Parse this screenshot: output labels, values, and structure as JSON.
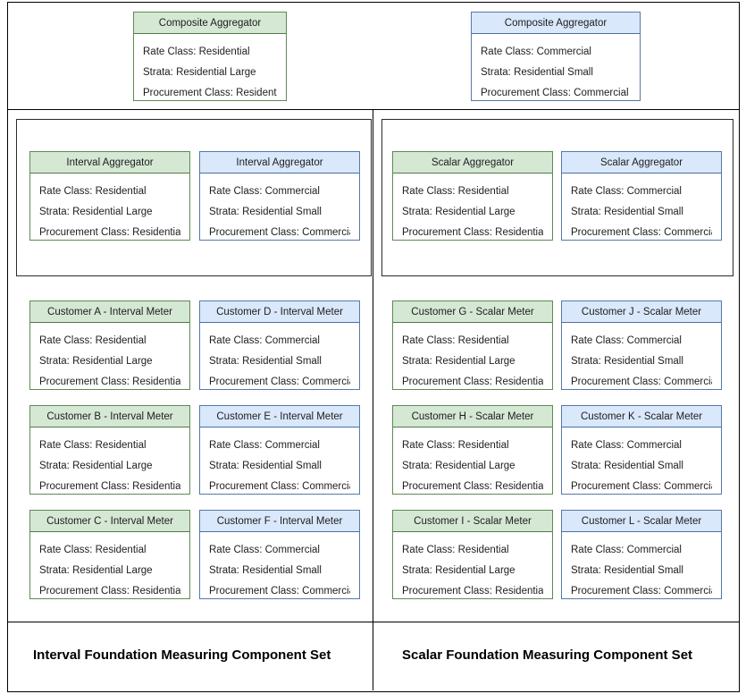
{
  "diagram": {
    "attribute_labels": {
      "rate_class": "Rate Class",
      "strata": "Strata",
      "procurement_class": "Procurement Class"
    },
    "palette": {
      "green_fill": "#d5e8d4",
      "green_stroke": "#5e8a54",
      "blue_fill": "#dae8fc",
      "blue_stroke": "#5579a8",
      "box_stroke": "#3a3a3a",
      "frame_stroke": "#000000",
      "text": "#1d1d1d",
      "background": "#ffffff"
    },
    "composite_row": [
      {
        "title": "Composite Aggregator",
        "color": "green",
        "attrs": [
          "Rate Class: Residential",
          "Strata: Residential Large",
          "Procurement Class: Residential"
        ]
      },
      {
        "title": "Composite Aggregator",
        "color": "blue",
        "attrs": [
          "Rate Class: Commercial",
          "Strata: Residential Small",
          "Procurement Class: Commercial"
        ]
      }
    ],
    "left_panel": {
      "set_label": "Interval Foundation Measuring Component Set",
      "aggregators": [
        {
          "title": "Interval Aggregator",
          "color": "green",
          "attrs": [
            "Rate Class: Residential",
            "Strata: Residential Large",
            "Procurement Class: Residential"
          ]
        },
        {
          "title": "Interval Aggregator",
          "color": "blue",
          "attrs": [
            "Rate Class: Commercial",
            "Strata: Residential Small",
            "Procurement Class: Commercial"
          ]
        }
      ],
      "meters": [
        {
          "title": "Customer A - Interval Meter",
          "color": "green",
          "attrs": [
            "Rate Class: Residential",
            "Strata: Residential Large",
            "Procurement Class: Residential"
          ]
        },
        {
          "title": "Customer D - Interval Meter",
          "color": "blue",
          "attrs": [
            "Rate Class: Commercial",
            "Strata: Residential Small",
            "Procurement Class: Commercial"
          ]
        },
        {
          "title": "Customer B - Interval Meter",
          "color": "green",
          "attrs": [
            "Rate Class: Residential",
            "Strata: Residential Large",
            "Procurement Class: Residential"
          ]
        },
        {
          "title": "Customer E - Interval Meter",
          "color": "blue",
          "attrs": [
            "Rate Class: Commercial",
            "Strata: Residential Small",
            "Procurement Class: Commercial"
          ]
        },
        {
          "title": "Customer C - Interval Meter",
          "color": "green",
          "attrs": [
            "Rate Class: Residential",
            "Strata: Residential Large",
            "Procurement Class: Residential"
          ]
        },
        {
          "title": "Customer F - Interval Meter",
          "color": "blue",
          "attrs": [
            "Rate Class: Commercial",
            "Strata: Residential Small",
            "Procurement Class: Commercial"
          ]
        }
      ]
    },
    "right_panel": {
      "set_label": "Scalar Foundation Measuring Component Set",
      "aggregators": [
        {
          "title": "Scalar Aggregator",
          "color": "green",
          "attrs": [
            "Rate Class: Residential",
            "Strata: Residential Large",
            "Procurement Class: Residential"
          ]
        },
        {
          "title": "Scalar Aggregator",
          "color": "blue",
          "attrs": [
            "Rate Class: Commercial",
            "Strata: Residential Small",
            "Procurement Class: Commercial"
          ]
        }
      ],
      "meters": [
        {
          "title": "Customer G - Scalar Meter",
          "color": "green",
          "attrs": [
            "Rate Class: Residential",
            "Strata: Residential Large",
            "Procurement Class: Residential"
          ]
        },
        {
          "title": "Customer J - Scalar Meter",
          "color": "blue",
          "attrs": [
            "Rate Class: Commercial",
            "Strata: Residential Small",
            "Procurement Class: Commercial"
          ]
        },
        {
          "title": "Customer H - Scalar Meter",
          "color": "green",
          "attrs": [
            "Rate Class: Residential",
            "Strata: Residential Large",
            "Procurement Class: Residential"
          ]
        },
        {
          "title": "Customer K - Scalar Meter",
          "color": "blue",
          "attrs": [
            "Rate Class: Commercial",
            "Strata: Residential Small",
            "Procurement Class: Commercial"
          ]
        },
        {
          "title": "Customer I - Scalar Meter",
          "color": "green",
          "attrs": [
            "Rate Class: Residential",
            "Strata: Residential Large",
            "Procurement Class: Residential"
          ]
        },
        {
          "title": "Customer L - Scalar Meter",
          "color": "blue",
          "attrs": [
            "Rate Class: Commercial",
            "Strata: Residential Small",
            "Procurement Class: Commercial"
          ]
        }
      ]
    }
  }
}
